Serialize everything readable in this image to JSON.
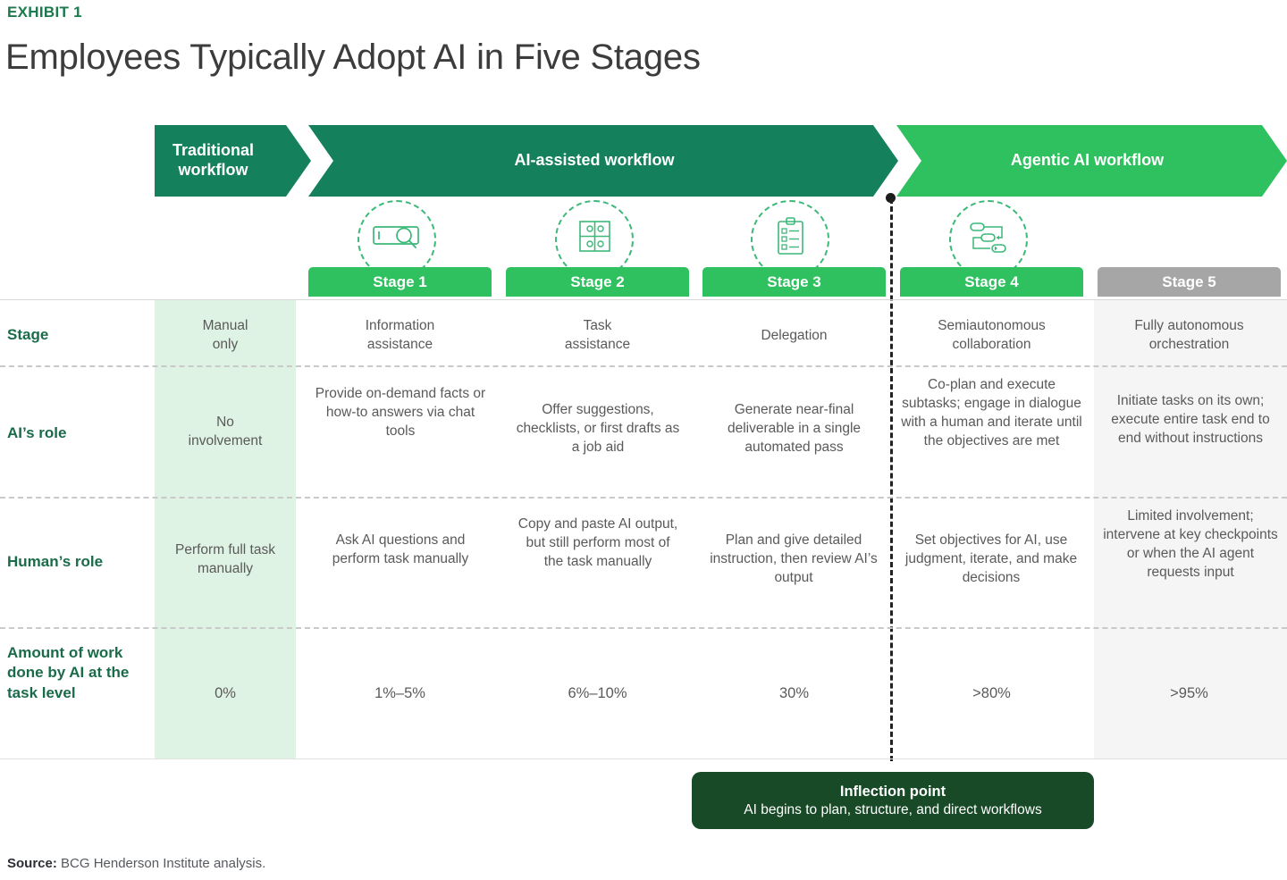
{
  "header": {
    "exhibit_label": "EXHIBIT 1",
    "title": "Employees Typically Adopt AI in Five Stages"
  },
  "banner": {
    "traditional": "Traditional\nworkflow",
    "traditional_line1": "Traditional",
    "traditional_line2": "workflow",
    "ai_assisted": "AI-assisted workflow",
    "agentic": "Agentic AI workflow"
  },
  "icons": [
    {
      "stage": "Stage 1",
      "name": "search-bar-icon"
    },
    {
      "stage": "Stage 2",
      "name": "puzzle-pieces-icon"
    },
    {
      "stage": "Stage 3",
      "name": "checklist-clipboard-icon"
    },
    {
      "stage": "Stage 4",
      "name": "workflow-nodes-icon"
    }
  ],
  "chips": [
    {
      "label": "Stage 1",
      "color": "#2fc05f"
    },
    {
      "label": "Stage 2",
      "color": "#2fc05f"
    },
    {
      "label": "Stage 3",
      "color": "#2fc05f"
    },
    {
      "label": "Stage 4",
      "color": "#2fc05f"
    },
    {
      "label": "Stage 5",
      "color": "#a6a6a6"
    }
  ],
  "rows": [
    {
      "label": "Stage",
      "cells": [
        "Manual\nonly",
        "Information\nassistance",
        "Task\nassistance",
        "Delegation",
        "Semiautonomous\ncollaboration",
        "Fully autonomous\norchestration"
      ]
    },
    {
      "label": "AI’s role",
      "cells": [
        "No\ninvolvement",
        "Provide on-demand facts or how-to answers via chat tools",
        "Offer suggestions, checklists, or first drafts as a job aid",
        "Generate near-final deliverable in a single automated pass",
        "Co-plan and execute subtasks; engage in dialogue with a human and iterate until the objectives are met",
        "Initiate tasks on its own; execute entire task end to end without instructions"
      ]
    },
    {
      "label": "Human’s role",
      "cells": [
        "Perform full task manually",
        "Ask AI questions and perform task manually",
        "Copy and paste AI output, but still perform most of the task manually",
        "Plan and give detailed instruction, then review AI’s output",
        "Set objectives for AI, use judgment, iterate, and make decisions",
        "Limited involvement; intervene at key checkpoints or when the AI agent requests input"
      ]
    },
    {
      "label": "Amount of work done by AI at the task level",
      "cells": [
        "0%",
        "1%–5%",
        "6%–10%",
        "30%",
        ">80%",
        ">95%"
      ]
    }
  ],
  "inflection": {
    "title": "Inflection point",
    "subtitle": "AI begins to plan, structure, and direct workflows"
  },
  "source": {
    "prefix": "Source:",
    "text": " BCG Henderson Institute analysis."
  },
  "colors": {
    "dark_green": "#15805c",
    "bright_green": "#2fc05f",
    "deep_green": "#184a28",
    "label_green": "#1a6b4a",
    "gray_chip": "#a6a6a6",
    "mint_column": "#dff3e4",
    "gray_column": "#f5f5f5"
  }
}
